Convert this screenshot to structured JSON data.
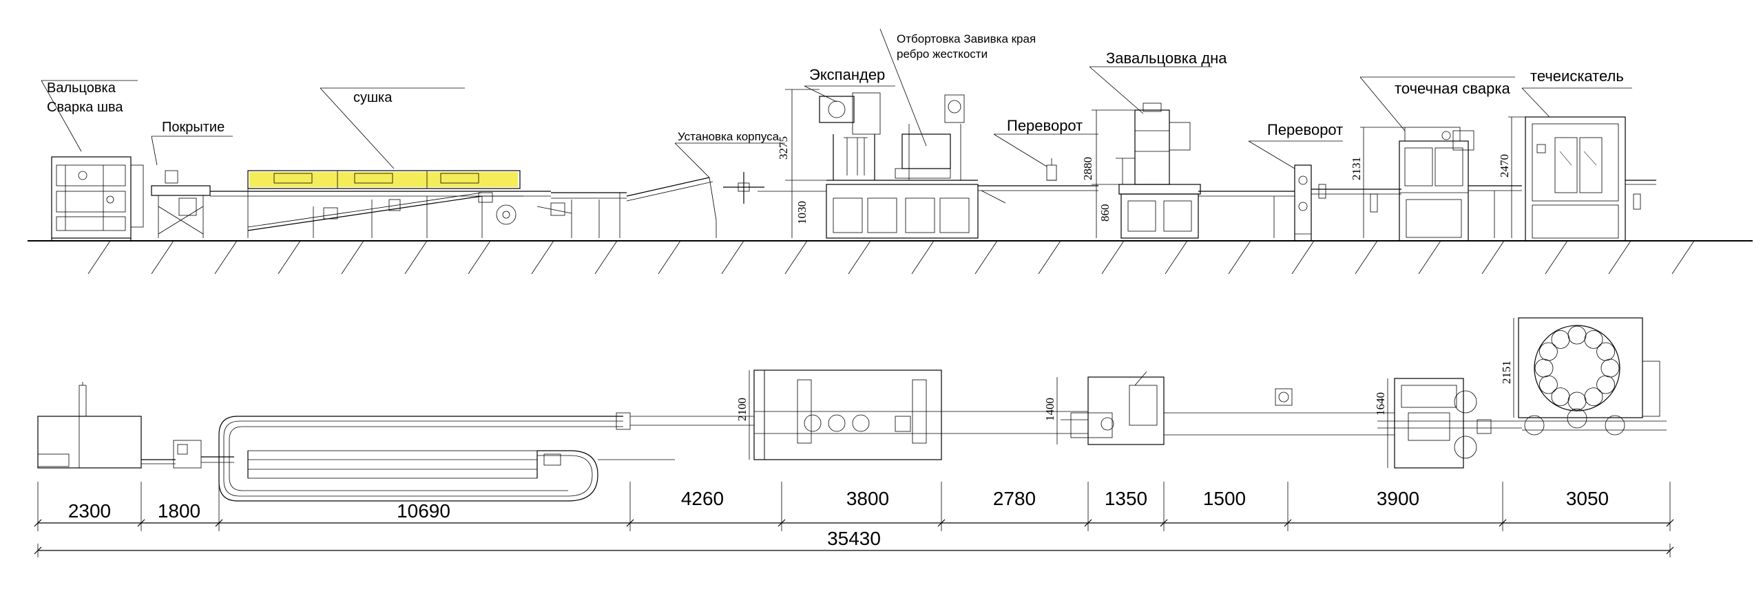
{
  "labels": {
    "rolling": "Вальцовка",
    "seam_welding": "Сварка шва",
    "coating": "Покрытие",
    "drying": "сушка",
    "body_install": "Установка корпуса",
    "expander": "Экспандер",
    "flanging_line1": "Отбортовка Завивка края",
    "flanging_line2": "ребро жесткости",
    "flip1": "Переворот",
    "bottom_seaming": "Завальцовка дна",
    "flip2": "Переворот",
    "spot_welding": "точечная сварка",
    "leak_tester": "течеискатель"
  },
  "heights": {
    "expander_top": "3275",
    "expander_base": "1030",
    "seamer_top": "2880",
    "seamer_base": "860",
    "spot_weld": "2131",
    "leak_tester": "2470"
  },
  "plan_widths": {
    "expander": "2100",
    "flip": "1400",
    "spot_weld": "1640",
    "leak_tester": "2151"
  },
  "segments": [
    "2300",
    "1800",
    "10690",
    "4260",
    "3800",
    "2780",
    "1350",
    "1500",
    "3900",
    "3050"
  ],
  "total_length": "35430",
  "colors": {
    "drying_highlight": "#f2ea3c",
    "line": "#000000"
  }
}
